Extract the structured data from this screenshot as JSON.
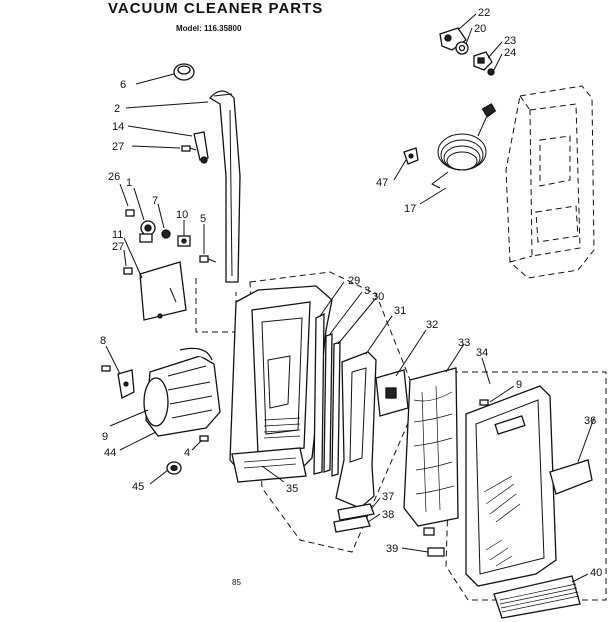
{
  "header": {
    "title": "VACUUM CLEANER PARTS",
    "model_label": "Model:",
    "model_number": "116.35800"
  },
  "footer": {
    "page_code": "85"
  },
  "callouts": [
    "22",
    "20",
    "23",
    "24",
    "6",
    "2",
    "14",
    "27",
    "47",
    "17",
    "26",
    "1",
    "7",
    "10",
    "5",
    "11",
    "27",
    "29",
    "3",
    "30",
    "31",
    "32",
    "33",
    "34",
    "8",
    "9",
    "9",
    "36",
    "44",
    "4",
    "45",
    "35",
    "37",
    "38",
    "39",
    "40"
  ]
}
